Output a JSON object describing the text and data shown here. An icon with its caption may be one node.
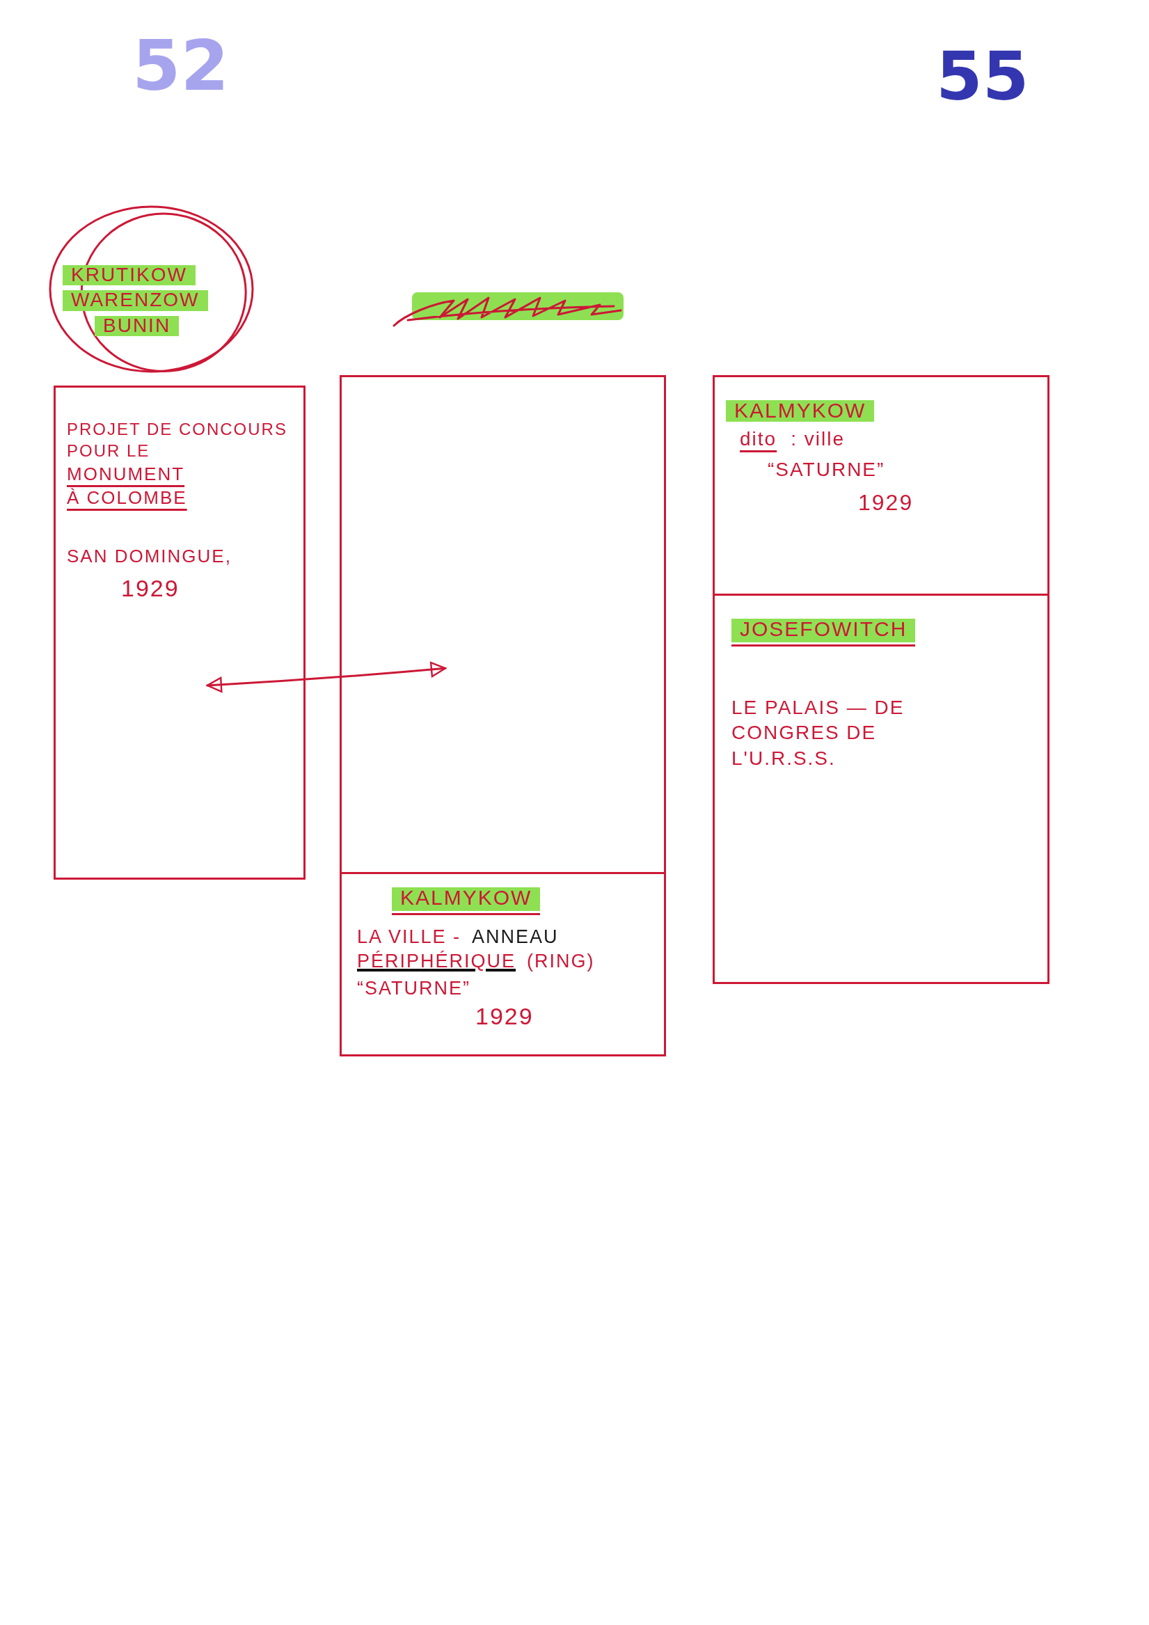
{
  "diagram": {
    "nodes": [
      {
        "text": [
          "KRUTIKOW",
          "WARENZOW",
          "BUNIN"
        ]
      },
      {
        "text": [
          "PROJET DE CONCOURS POUR LE",
          "MONUMENT À COLOMBE",
          "SAN DOMINGUE,",
          "1929"
        ]
      },
      {
        "text": [],
        "shape": "box"
      },
      {
        "text": [
          "KALMYKOW",
          "LA VILLE -",
          "ANNEAU",
          "PÉRIPHÉRIQUE",
          "(RING)",
          "“SATURNE”",
          "1929"
        ]
      },
      {
        "text": [
          "KALMYKOW",
          "dito",
          ": ville",
          "“SATURNE”",
          "1929"
        ]
      },
      {
        "text": [
          "JOSEFOWITCH",
          "LE PALAIS — DE CONGRES DE L'U.R.S.S."
        ]
      }
    ],
    "edges": [
      {
        "from": 1,
        "to": 2,
        "arrow": "both"
      }
    ],
    "labels": [
      "52",
      "55"
    ]
  }
}
